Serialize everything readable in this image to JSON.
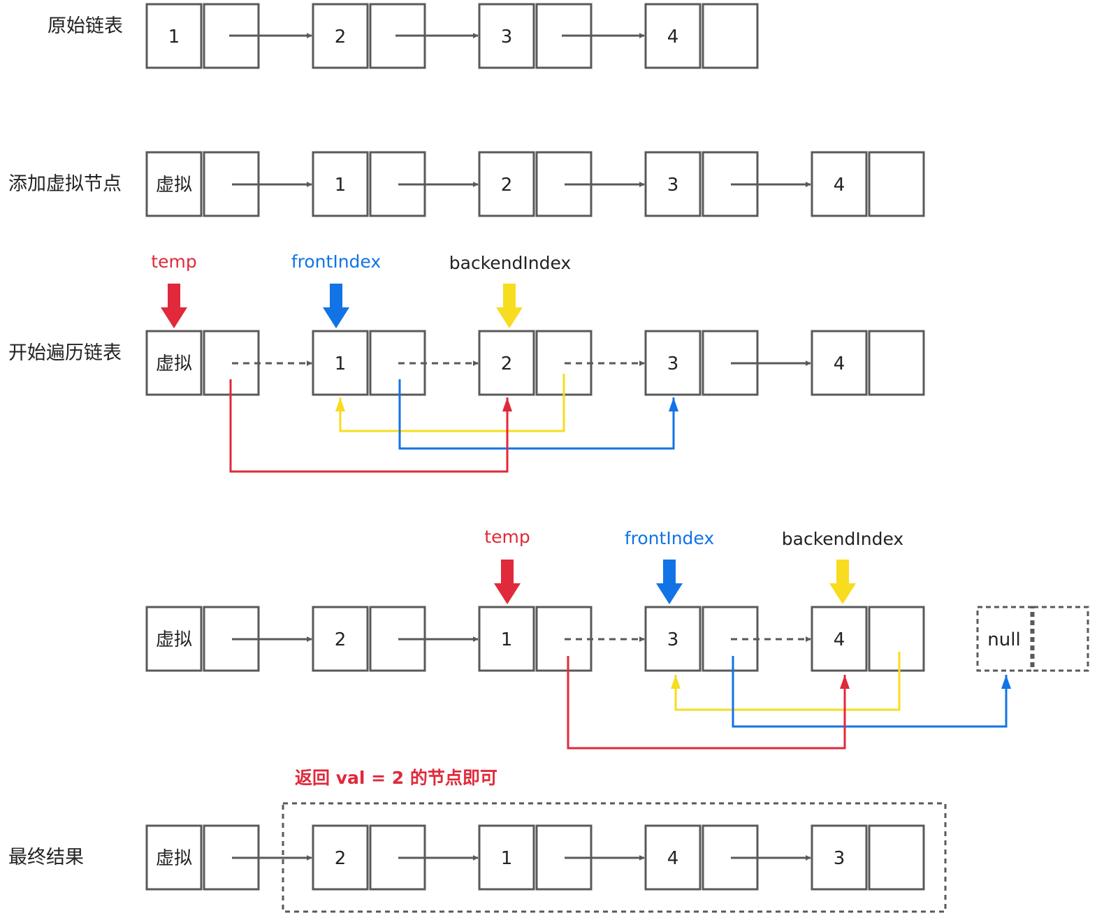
{
  "colors": {
    "box": "#595959",
    "temp": "#e0293a",
    "front": "#1273e6",
    "back": "#f7dc20",
    "text": "#222222",
    "note": "#e0293a"
  },
  "rows": {
    "original": {
      "label": "原始链表",
      "nodes": [
        "1",
        "2",
        "3",
        "4"
      ]
    },
    "dummy": {
      "label": "添加虚拟节点",
      "nodes": [
        "虚拟",
        "1",
        "2",
        "3",
        "4"
      ]
    },
    "traverse": {
      "label": "开始遍历链表",
      "nodes": [
        "虚拟",
        "1",
        "2",
        "3",
        "4"
      ],
      "pointers": {
        "temp": "temp",
        "front": "frontIndex",
        "back": "backendIndex"
      }
    },
    "step2": {
      "nodes": [
        "虚拟",
        "2",
        "1",
        "3",
        "4"
      ],
      "null_node": "null",
      "pointers": {
        "temp": "temp",
        "front": "frontIndex",
        "back": "backendIndex"
      }
    },
    "result": {
      "label": "最终结果",
      "nodes": [
        "虚拟",
        "2",
        "1",
        "4",
        "3"
      ],
      "note": "返回 val = 2 的节点即可"
    }
  }
}
